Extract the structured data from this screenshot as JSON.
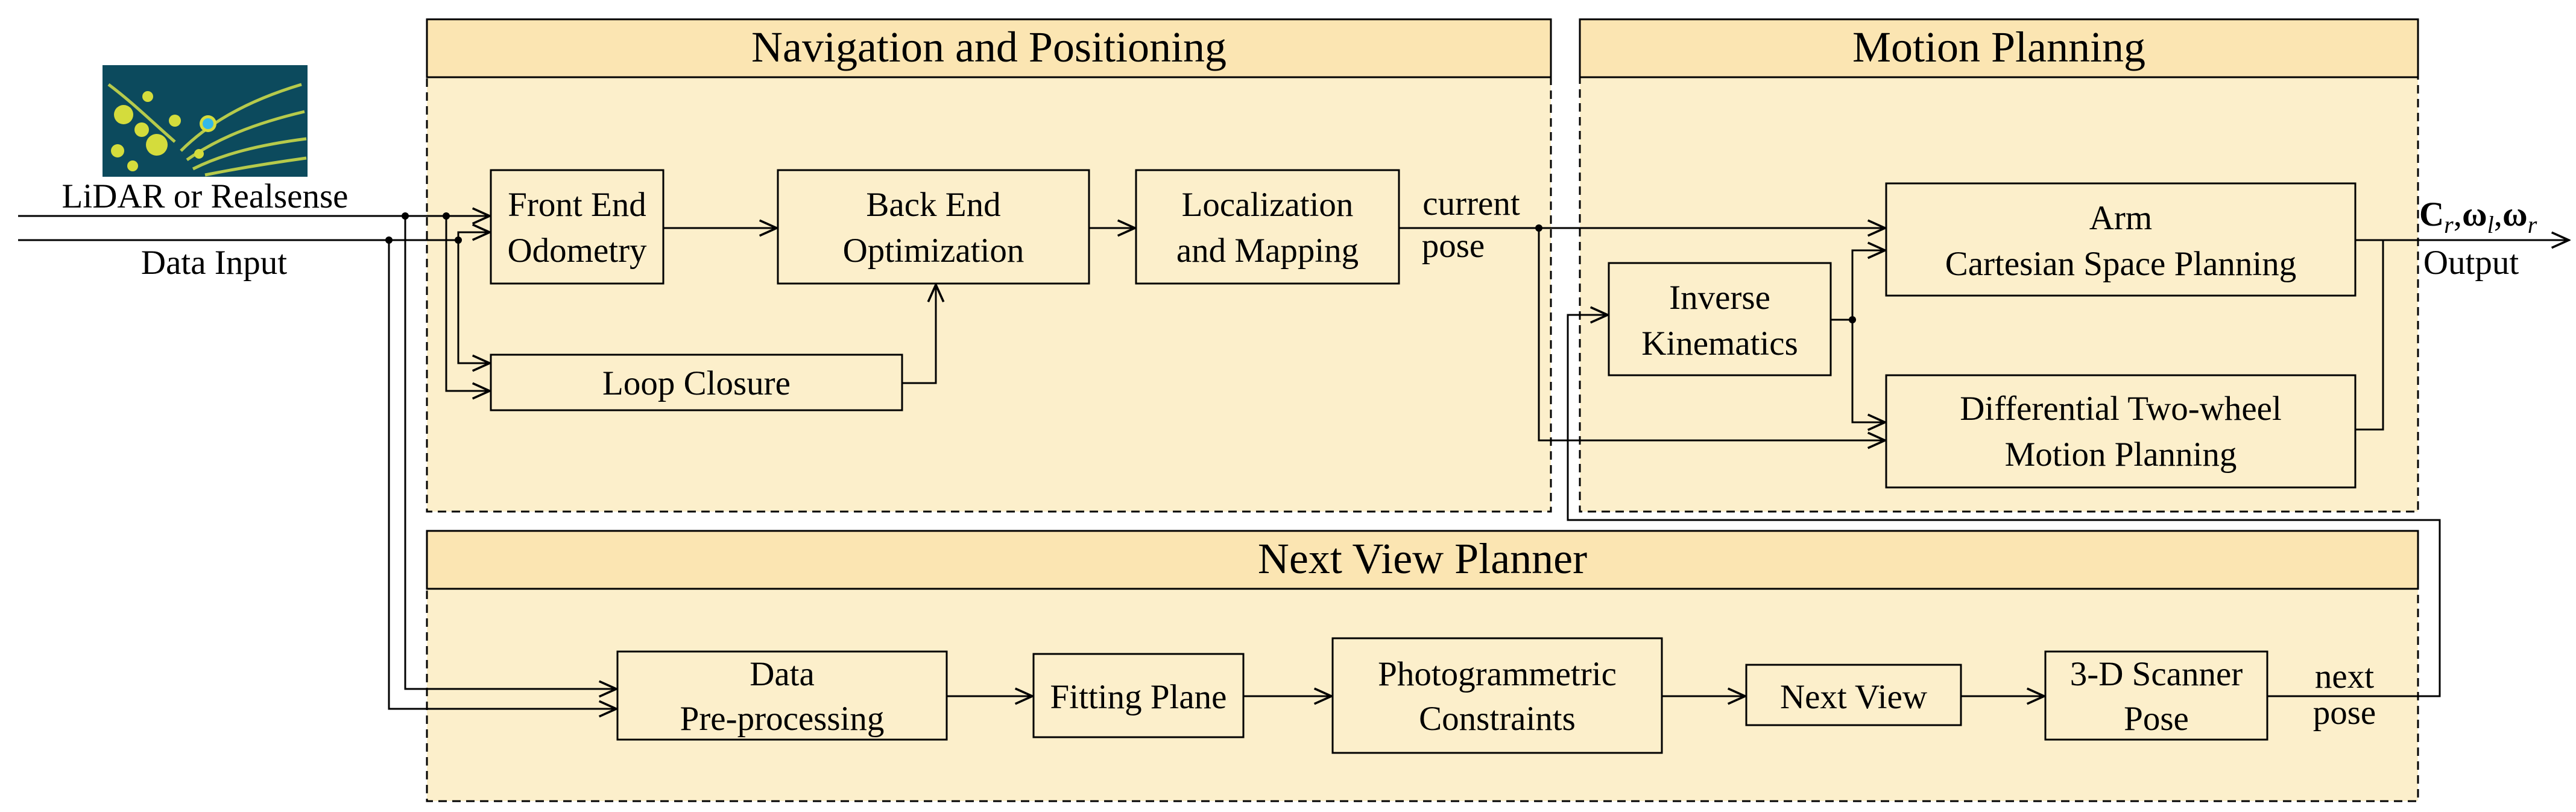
{
  "colors": {
    "panel_fill": "#fcefcb",
    "header_fill": "#fbe5b2",
    "box_fill": "#fcefcb",
    "stroke": "#000000",
    "point_cloud_bg": "#0b3d52",
    "point_cloud_points": "#c9d84a"
  },
  "panels": {
    "navigation": {
      "title": "Navigation and Positioning"
    },
    "motion": {
      "title": "Motion Planning"
    },
    "next_view": {
      "title": "Next View Planner"
    }
  },
  "input": {
    "line1": "LiDAR or Realsense",
    "line2": "Data Input",
    "thumbnail_icon": "point-cloud-image"
  },
  "nodes": {
    "front_end": {
      "line1": "Front End",
      "line2": "Odometry"
    },
    "back_end": {
      "line1": "Back End",
      "line2": "Optimization"
    },
    "localization": {
      "line1": "Localization",
      "line2": "and Mapping"
    },
    "loop_closure": {
      "line1": "Loop Closure"
    },
    "inverse_kinematics": {
      "line1": "Inverse",
      "line2": "Kinematics"
    },
    "arm": {
      "line1": "Arm",
      "line2": "Cartesian Space Planning"
    },
    "differential": {
      "line1": "Differential Two-wheel",
      "line2": "Motion Planning"
    },
    "preprocessing": {
      "line1": "Data",
      "line2": "Pre-processing"
    },
    "fitting_plane": {
      "line1": "Fitting Plane"
    },
    "photogrammetric": {
      "line1": "Photogrammetric",
      "line2": "Constraints"
    },
    "next_view": {
      "line1": "Next View"
    },
    "scanner_pose": {
      "line1": "3-D Scanner",
      "line2": "Pose"
    }
  },
  "edge_labels": {
    "current_pose": {
      "line1": "current",
      "line2": "pose"
    },
    "next_pose": {
      "line1": "next",
      "line2": "pose"
    }
  },
  "output": {
    "symbols": [
      {
        "base": "C",
        "sub": "r"
      },
      {
        "base": "ω",
        "sub": "l"
      },
      {
        "base": "ω",
        "sub": "r"
      }
    ],
    "separator": ",",
    "label": "Output"
  }
}
